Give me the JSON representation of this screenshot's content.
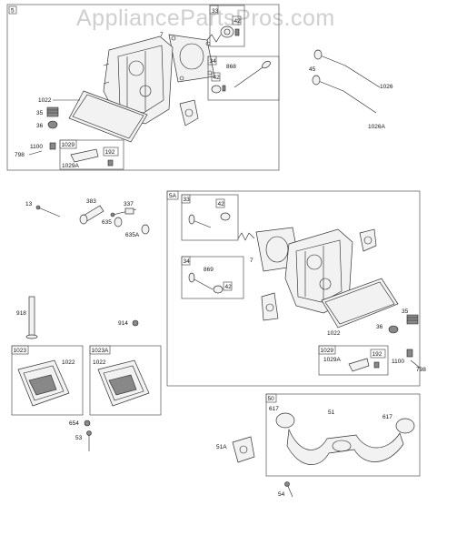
{
  "watermark": "AppliancePartsPros.com",
  "group_labels": {
    "g5": "5",
    "g5a": "5A",
    "g33a": "33",
    "g34a": "34",
    "g33b": "33",
    "g34b": "34",
    "g1029a": "1029",
    "g1029b": "1029",
    "g1023": "1023",
    "g1023a": "1023A",
    "g50": "50"
  },
  "callouts": {
    "c7a": "7",
    "c868": "868",
    "c42a": "42",
    "c45": "45",
    "c1026": "1026",
    "c1026a": "1026A",
    "c1022a": "1022",
    "c35a": "35",
    "c36a": "36",
    "c1100a": "1100",
    "c798a": "798",
    "c192a": "192",
    "c1029a_a": "1029A",
    "c13": "13",
    "c383": "383",
    "c337": "337",
    "c635": "635",
    "c635a": "635A",
    "c42b": "42",
    "c869": "869",
    "c42c": "42",
    "c7b": "7",
    "c1022b": "1022",
    "c35b": "35",
    "c36b": "36",
    "c1100b": "1100",
    "c798b": "798",
    "c192b": "192",
    "c1029a_b": "1029A",
    "c918": "918",
    "c914": "914",
    "c1022c": "1022",
    "c1022d": "1022",
    "c654": "654",
    "c53": "53",
    "c617a": "617",
    "c51": "51",
    "c617b": "617",
    "c51a": "51A",
    "c54": "54"
  }
}
